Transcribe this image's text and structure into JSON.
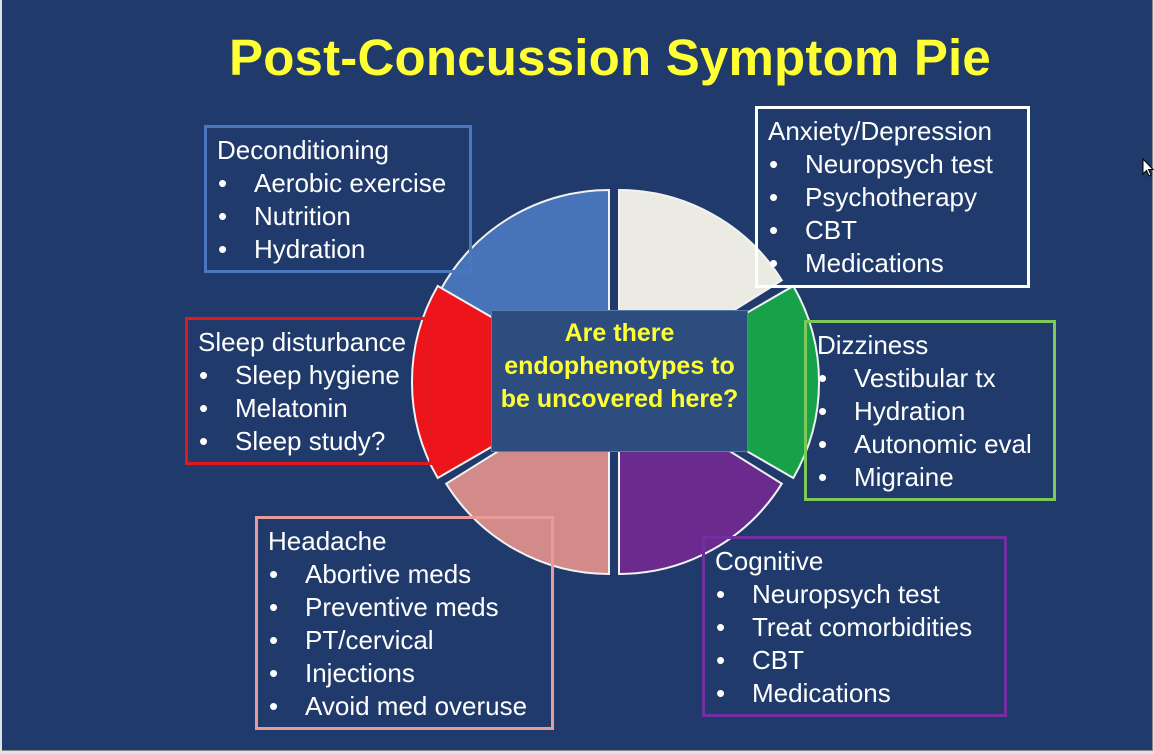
{
  "title": "Post-Concussion Symptom Pie",
  "center_question": "Are there endophenotypes to be uncovered here?",
  "colors": {
    "background": "#1f3a6b",
    "title": "#ffff33",
    "deconditioning": "#4a77c0",
    "anxiety": "#ffffff",
    "dizziness": "#7cc957",
    "sleep": "#e3171f",
    "headache": "#e79b9b",
    "cognitive": "#7030a0"
  },
  "pie_slices": [
    {
      "name": "deconditioning",
      "color": "#4774b8",
      "start": 270,
      "end": 332
    },
    {
      "name": "anxiety",
      "color": "#ecebe3",
      "start": 270,
      "end": 328
    },
    {
      "name": "dizziness",
      "color": "#17a249",
      "start": 330,
      "end": 30
    },
    {
      "name": "cognitive",
      "color": "#6b2a8e",
      "start": 32,
      "end": 90
    },
    {
      "name": "headache",
      "color": "#d38b8a",
      "start": 90,
      "end": 148
    },
    {
      "name": "sleep",
      "color": "#ee141b",
      "start": 150,
      "end": 210
    }
  ],
  "categories": {
    "deconditioning": {
      "title": "Deconditioning",
      "items": [
        "Aerobic exercise",
        "Nutrition",
        "Hydration"
      ]
    },
    "anxiety": {
      "title": "Anxiety/Depression",
      "items": [
        "Neuropsych test",
        "Psychotherapy",
        "CBT",
        "Medications"
      ]
    },
    "dizziness": {
      "title": "Dizziness",
      "items": [
        "Vestibular tx",
        "Hydration",
        "Autonomic eval",
        "Migraine"
      ]
    },
    "sleep": {
      "title": "Sleep disturbance",
      "items": [
        "Sleep hygiene",
        "Melatonin",
        "Sleep study?"
      ]
    },
    "headache": {
      "title": "Headache",
      "items": [
        "Abortive meds",
        "Preventive meds",
        "PT/cervical",
        "Injections",
        "Avoid med overuse"
      ]
    },
    "cognitive": {
      "title": "Cognitive",
      "items": [
        "Neuropsych test",
        "Treat comorbidities",
        "CBT",
        "Medications"
      ]
    }
  }
}
